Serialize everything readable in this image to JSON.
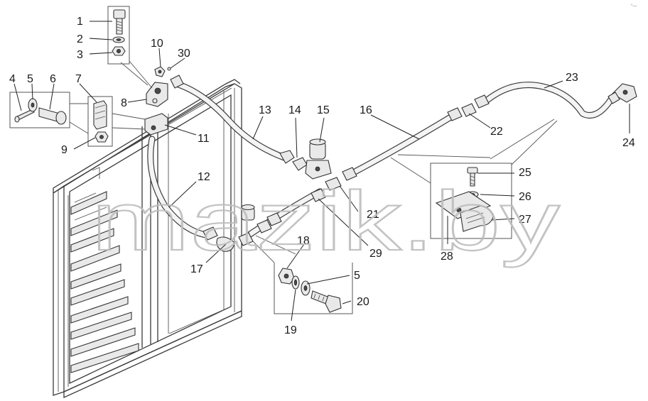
{
  "watermark": "mazik.by",
  "corner_mark": "°—",
  "part_labels": {
    "p1": "1",
    "p2": "2",
    "p3": "3",
    "p4": "4",
    "p5": "5",
    "p6": "6",
    "p7": "7",
    "p8": "8",
    "p9": "9",
    "p10": "10",
    "p11": "11",
    "p12": "12",
    "p13": "13",
    "p14": "14",
    "p15": "15",
    "p16": "16",
    "p17": "17",
    "p18": "18",
    "p19": "19",
    "p20": "20",
    "p21": "21",
    "p22": "22",
    "p23": "23",
    "p24": "24",
    "p25": "25",
    "p26": "26",
    "p27": "27",
    "p28": "28",
    "p29": "29",
    "p30": "30",
    "p5b": "5"
  }
}
